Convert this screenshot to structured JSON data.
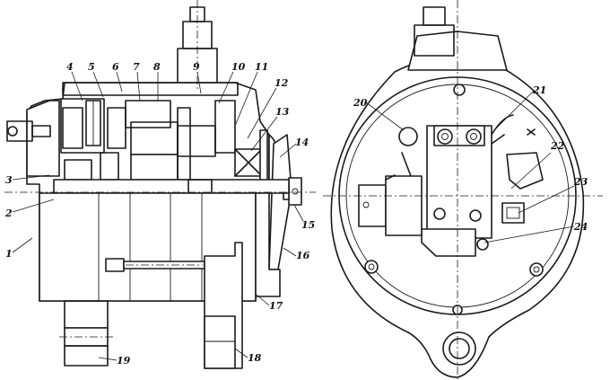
{
  "figure": {
    "left_view": {
      "callouts": [
        {
          "id": "c1",
          "text": "1"
        },
        {
          "id": "c2",
          "text": "2"
        },
        {
          "id": "c3",
          "text": "3"
        },
        {
          "id": "c4",
          "text": "4"
        },
        {
          "id": "c5",
          "text": "5"
        },
        {
          "id": "c6",
          "text": "6"
        },
        {
          "id": "c7",
          "text": "7"
        },
        {
          "id": "c8",
          "text": "8"
        },
        {
          "id": "c9",
          "text": "9"
        },
        {
          "id": "c10",
          "text": "10"
        },
        {
          "id": "c11",
          "text": "11"
        },
        {
          "id": "c12",
          "text": "12"
        },
        {
          "id": "c13",
          "text": "13"
        },
        {
          "id": "c14",
          "text": "14"
        },
        {
          "id": "c15",
          "text": "15"
        },
        {
          "id": "c16",
          "text": "16"
        },
        {
          "id": "c17",
          "text": "17"
        },
        {
          "id": "c18",
          "text": "18"
        },
        {
          "id": "c19",
          "text": "19"
        }
      ]
    },
    "right_view": {
      "callouts": [
        {
          "id": "c20",
          "text": "20"
        },
        {
          "id": "c21",
          "text": "21"
        },
        {
          "id": "c22",
          "text": "22"
        },
        {
          "id": "c23",
          "text": "23"
        },
        {
          "id": "c24",
          "text": "24"
        }
      ]
    }
  }
}
